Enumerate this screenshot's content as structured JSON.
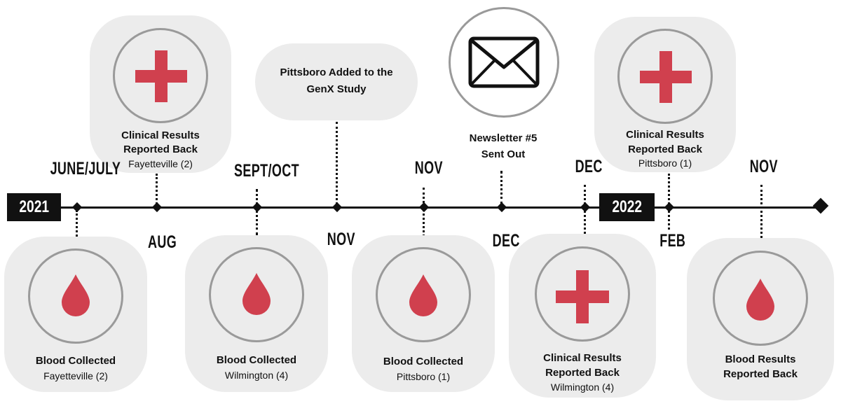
{
  "years": {
    "start": "2021",
    "end": "2022"
  },
  "top_labels": {
    "june_july": "JUNE/JULY",
    "sept_oct": "SEPT/OCT",
    "nov_2021": "NOV",
    "dec_2021": "DEC",
    "nov_2022": "NOV"
  },
  "bottom_labels": {
    "aug": "AUG",
    "nov": "NOV",
    "dec": "DEC",
    "feb": "FEB"
  },
  "events": {
    "clinical_fayetteville": {
      "title_line1": "Clinical Results",
      "title_line2": "Reported Back",
      "subtitle": "Fayetteville (2)"
    },
    "pittsboro_added": {
      "title_line1": "Pittsboro Added to the",
      "title_line2": "GenX Study"
    },
    "newsletter": {
      "title_line1": "Newsletter #5",
      "title_line2": "Sent Out"
    },
    "clinical_pittsboro": {
      "title_line1": "Clinical Results",
      "title_line2": "Reported Back",
      "subtitle": "Pittsboro (1)"
    },
    "blood_fayetteville": {
      "title": "Blood Collected",
      "subtitle": "Fayetteville (2)"
    },
    "blood_wilmington": {
      "title": "Blood Collected",
      "subtitle": "Wilmington (4)"
    },
    "blood_pittsboro": {
      "title": "Blood Collected",
      "subtitle": "Pittsboro (1)"
    },
    "clinical_wilmington": {
      "title_line1": "Clinical Results",
      "title_line2": "Reported Back",
      "subtitle": "Wilmington (4)"
    },
    "blood_results": {
      "title_line1": "Blood Results",
      "title_line2": "Reported Back"
    }
  },
  "icons": {
    "cross": "medical-cross-icon",
    "drop": "blood-drop-icon",
    "envelope": "envelope-icon"
  },
  "colors": {
    "accent_red": "#d0404e",
    "card_bg": "#ececec",
    "ring": "#9a9a9a",
    "ink": "#111111"
  }
}
